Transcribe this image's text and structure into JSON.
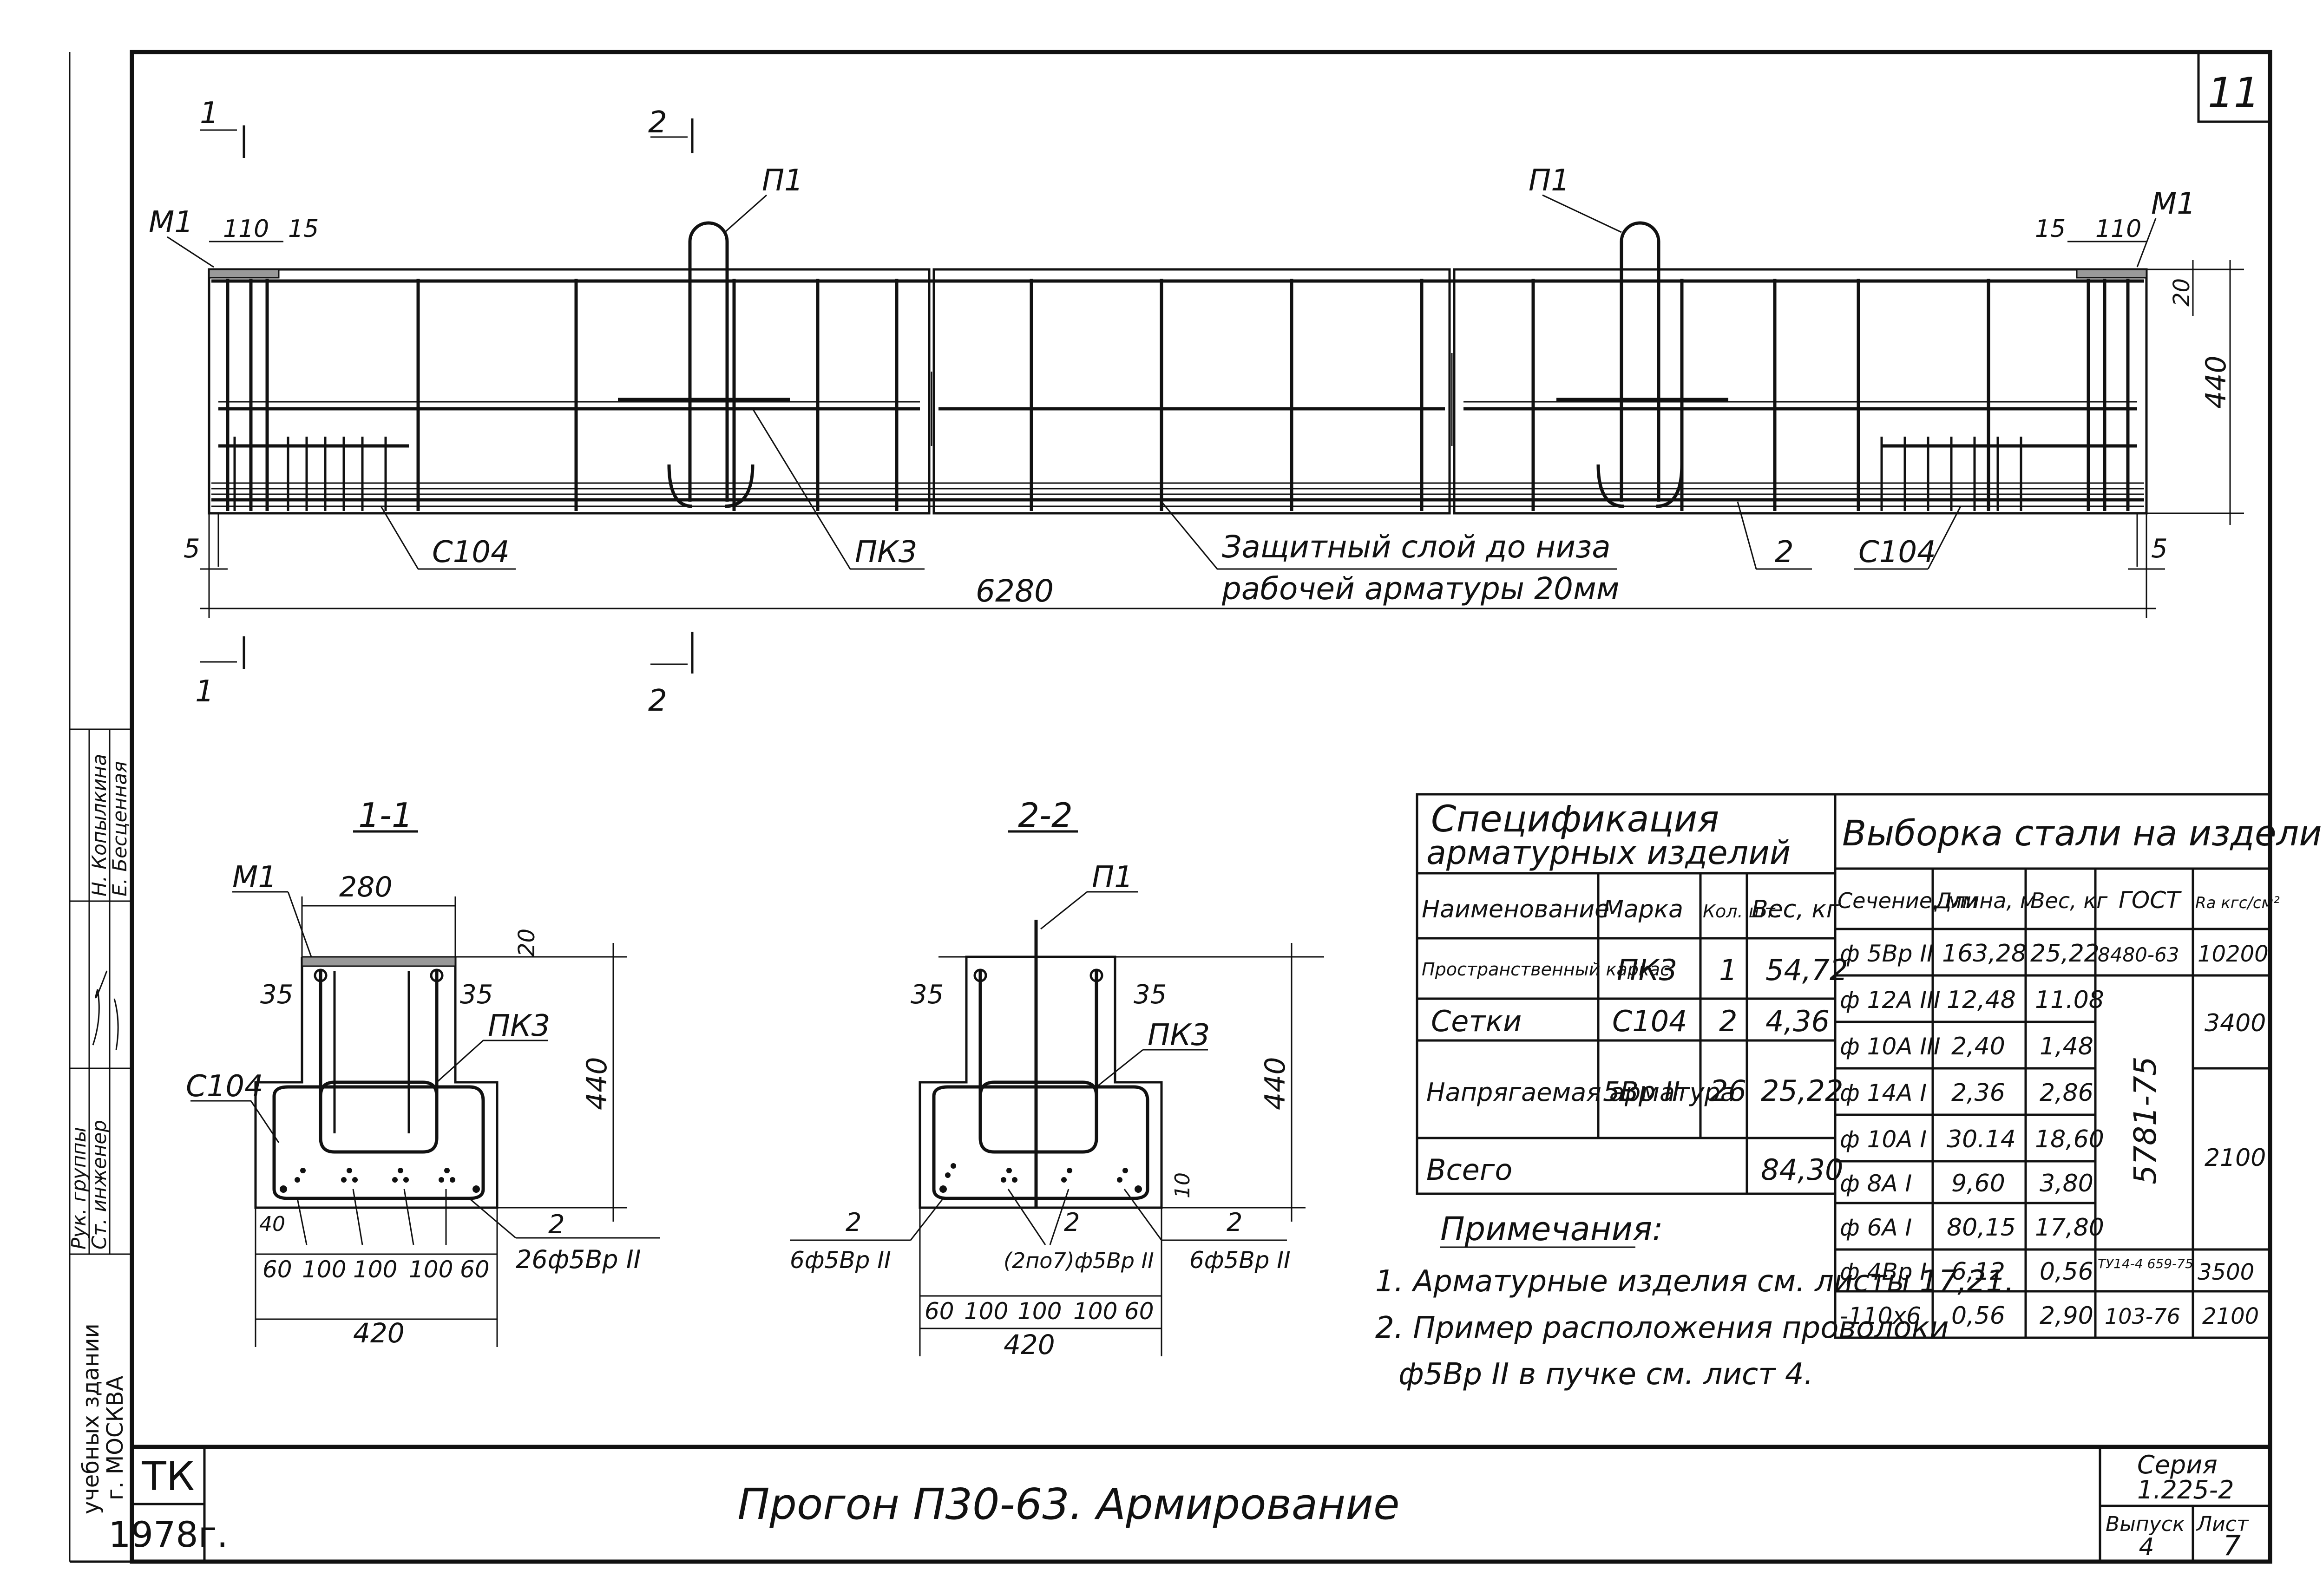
{
  "sheet": {
    "number": "11",
    "title": "Прогон  П30-63.   Армирование",
    "org_abbr": "ТК",
    "year": "1978г.",
    "org_city_1": "учебных  здании",
    "org_city_2": "г. МОСКВА",
    "series_label": "Серия",
    "series_value": "1.225-2",
    "issue_label": "Выпуск",
    "issue_value": "4",
    "list_label": "Лист",
    "list_value": "7"
  },
  "signatures": {
    "role1": "Рук. группы",
    "role2": "Ст. инженер",
    "name1": "Н. Копылкина",
    "name2": "Е. Бесценная"
  },
  "elevation": {
    "section1_mark": "1",
    "section2_mark": "2",
    "left_label_m1": "М1",
    "right_label_m1": "М1",
    "dim_110_left": "110",
    "dim_15_left": "15",
    "dim_110_right": "110",
    "dim_15_right": "15",
    "label_p1_left": "П1",
    "label_p1_right": "П1",
    "label_c104_left": "С104",
    "label_c104_right": "С104",
    "label_pk3": "ПК3",
    "label_2": "2",
    "dim_5_left": "5",
    "dim_5_right": "5",
    "dim_20": "20",
    "dim_440": "440",
    "dim_total": "6280",
    "note_line1": "Защитный  слой до низа",
    "note_line2": "рабочей  арматуры 20мм"
  },
  "section_1_1": {
    "title": "1-1",
    "label_m1": "М1",
    "label_c104": "С104",
    "label_pk3": "ПК3",
    "dim_top": "280",
    "dim_20": "20",
    "dim_35_left": "35",
    "dim_35_right": "35",
    "dim_height": "440",
    "dim_40": "40",
    "bottom_dims": [
      "60",
      "100",
      "100",
      "100",
      "60"
    ],
    "dim_width": "420",
    "callout_2": "2",
    "callout_wire": "26ф5Вр II"
  },
  "section_2_2": {
    "title": "2-2",
    "label_p1": "П1",
    "label_pk3": "ПК3",
    "dim_35_left": "35",
    "dim_35_right": "35",
    "dim_height": "440",
    "dim_10": "10",
    "bottom_dims": [
      "60",
      "100",
      "100",
      "100",
      "60"
    ],
    "dim_width": "420",
    "callout_left_num": "2",
    "callout_left": "6ф5Вр II",
    "callout_mid_num": "2",
    "callout_mid": "(2по7)ф5Вр II",
    "callout_right_num": "2",
    "callout_right": "6ф5Вр II"
  },
  "spec_table": {
    "title_line1": "Спецификация",
    "title_line2": "арматурных изделий",
    "headers": [
      "Наименование",
      "Марка",
      "Кол. шт.",
      "Вес, кг"
    ],
    "rows": [
      [
        "Пространственный каркас",
        "ПК3",
        "1",
        "54,72"
      ],
      [
        "Сетки",
        "С104",
        "2",
        "4,36"
      ],
      [
        "Напрягаемая арматура",
        "5Вр II",
        "26",
        "25,22"
      ]
    ],
    "total_label": "Всего",
    "total_value": "84,30"
  },
  "steel_table": {
    "title": "Выборка стали на изделие",
    "headers": [
      "Сечение, мм",
      "Длина, м",
      "Вес, кг",
      "ГОСТ",
      "Ra кгс/см²"
    ],
    "rows": [
      [
        "ф 5Вр II",
        "163,28",
        "25,22",
        "8480-63",
        "10200"
      ],
      [
        "ф 12А III",
        "12,48",
        "11.08",
        "",
        ""
      ],
      [
        "ф 10А III",
        "2,40",
        "1,48",
        "",
        ""
      ],
      [
        "ф 14А I",
        "2,36",
        "2,86",
        "",
        ""
      ],
      [
        "ф 10А I",
        "30.14",
        "18,60",
        "",
        ""
      ],
      [
        "ф 8А I",
        "9,60",
        "3,80",
        "",
        ""
      ],
      [
        "ф 6А I",
        "80,15",
        "17,80",
        "",
        ""
      ],
      [
        "ф 4Вр I",
        "6,12",
        "0,56",
        "ТУ14-4 659-75",
        "3500"
      ],
      [
        "-110х6",
        "0,56",
        "2,90",
        "103-76",
        "2100"
      ]
    ],
    "gost_merged": "5781-75",
    "ra_merged_1": "3400",
    "ra_merged_2": "2100"
  },
  "notes": {
    "title": "Примечания:",
    "items": [
      "1. Арматурные изделия см. листы 17,21.",
      "2. Пример расположения проволоки",
      "ф5Вр II в пучке см. лист 4."
    ]
  }
}
